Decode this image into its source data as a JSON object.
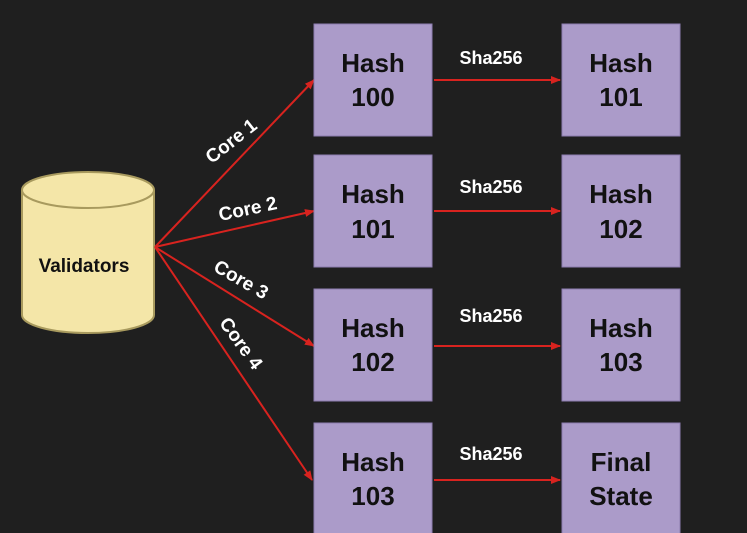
{
  "database": {
    "label": "Validators"
  },
  "cores": [
    "Core 1",
    "Core 2",
    "Core 3",
    "Core 4"
  ],
  "rows": [
    {
      "left": [
        "Hash",
        "100"
      ],
      "edge": "Sha256",
      "right": [
        "Hash",
        "101"
      ]
    },
    {
      "left": [
        "Hash",
        "101"
      ],
      "edge": "Sha256",
      "right": [
        "Hash",
        "102"
      ]
    },
    {
      "left": [
        "Hash",
        "102"
      ],
      "edge": "Sha256",
      "right": [
        "Hash",
        "103"
      ]
    },
    {
      "left": [
        "Hash",
        "103"
      ],
      "edge": "Sha256",
      "right": [
        "Final",
        "State"
      ]
    }
  ],
  "colors": {
    "background": "#1f1f1f",
    "box_fill": "#ab9bc9",
    "box_stroke": "#8c7db0",
    "arrow": "#d8231f",
    "cylinder_fill": "#f4e6a8",
    "cylinder_stroke": "#a89a5e",
    "box_text": "#111111",
    "label_text": "#ffffff"
  }
}
